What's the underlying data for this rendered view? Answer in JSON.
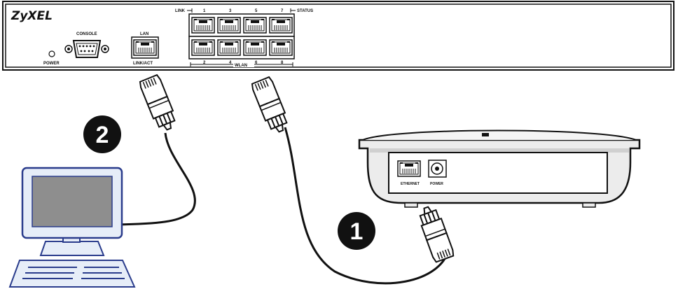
{
  "switch": {
    "brand": "ZyXEL",
    "power_label": "POWER",
    "console_label": "CONSOLE",
    "lan_label": "LAN",
    "link_act_label": "LINK/ACT",
    "link_label": "LINK",
    "status_label": "STATUS",
    "wlan_label": "WLAN",
    "top_port_numbers": [
      "1",
      "3",
      "5",
      "7"
    ],
    "bottom_port_numbers": [
      "2",
      "4",
      "6",
      "8"
    ]
  },
  "access_point": {
    "ethernet_label": "ETHERNET",
    "power_label": "POWER"
  },
  "steps": [
    {
      "number": "1"
    },
    {
      "number": "2"
    }
  ],
  "colors": {
    "outline": "#111111",
    "step_badge": "#111111",
    "monitor_screen": "#8e8e8e",
    "monitor_body": "#e6edf8",
    "monitor_trim": "#2a3c8c",
    "ap_body": "#ececec"
  }
}
